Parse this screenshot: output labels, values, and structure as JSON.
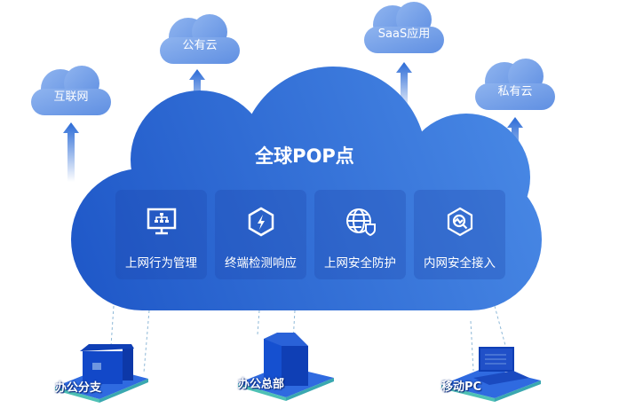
{
  "title": "全球POP点",
  "destinations": [
    "互联网",
    "公有云",
    "SaaS应用",
    "私有云"
  ],
  "services": [
    {
      "label": "上网行为管理",
      "icon": "monitor-org-icon"
    },
    {
      "label": "终端检测响应",
      "icon": "hexagon-bolt-icon"
    },
    {
      "label": "上网安全防护",
      "icon": "globe-shield-icon"
    },
    {
      "label": "内网安全接入",
      "icon": "hexagon-search-icon"
    }
  ],
  "sites": [
    "办公分支",
    "办公总部",
    "移动PC"
  ],
  "colors": {
    "cloud": "#2a6ad6",
    "small_cloud": "#6f9fe8",
    "arrow": "#2a6ad6"
  }
}
